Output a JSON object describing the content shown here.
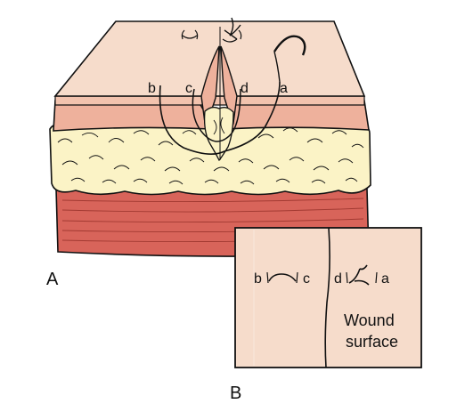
{
  "figure": {
    "panel_a": {
      "label": "A",
      "stitch_points": [
        "b",
        "c",
        "d",
        "a"
      ]
    },
    "panel_b": {
      "label": "B",
      "stitch_points": [
        "b",
        "c",
        "d",
        "a"
      ],
      "caption_line1": "Wound",
      "caption_line2": "surface"
    }
  },
  "colors": {
    "skin_surface": "#f6dccb",
    "dermis": "#eeb19c",
    "fat": "#fbf3c6",
    "muscle": "#d8645a",
    "outline": "#111111"
  }
}
